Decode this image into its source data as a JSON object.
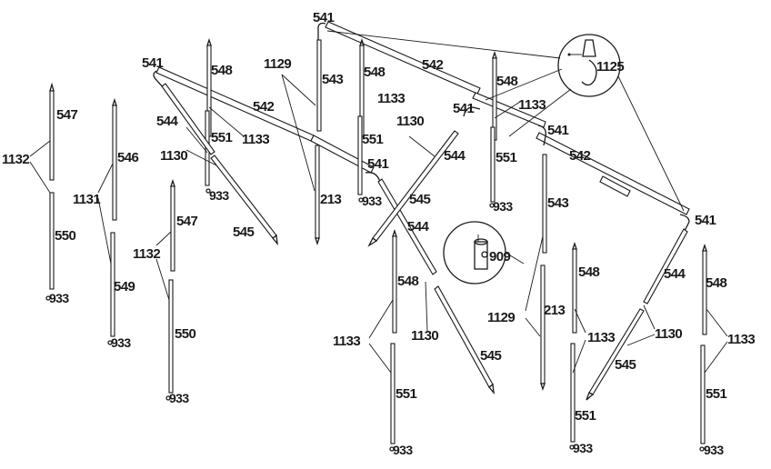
{
  "labels": {
    "l541": "541",
    "l542": "542",
    "l543": "543",
    "l544": "544",
    "l545": "545",
    "l546": "546",
    "l547": "547",
    "l548": "548",
    "l549": "549",
    "l550": "550",
    "l551": "551",
    "l213": "213",
    "l909": "909",
    "l933": "933",
    "l1125": "1125",
    "l1129": "1129",
    "l1130": "1130",
    "l1131": "1131",
    "l1132": "1132",
    "l1133": "1133"
  }
}
